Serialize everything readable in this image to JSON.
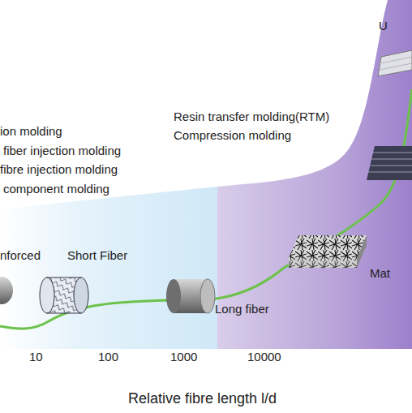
{
  "diagram": {
    "labels": [
      "ion molding",
      "fiber injection molding",
      "fibre injection molding",
      "component molding",
      "Resin transfer molding(RTM)",
      "Compression molding",
      "nforced",
      "Short Fiber",
      "Mat",
      "Long fiber",
      "U",
      "10",
      "100",
      "1000",
      "10000",
      "Relative fibre length l/d"
    ]
  }
}
